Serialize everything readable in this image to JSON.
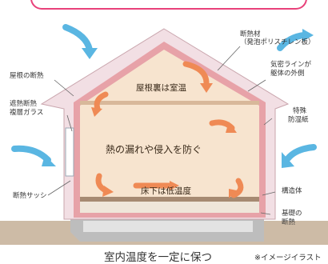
{
  "diagram": {
    "left_labels": [
      {
        "id": "roof-insulation",
        "text": "屋根の断熱"
      },
      {
        "id": "double-glass-1",
        "text": "遮熱断熱"
      },
      {
        "id": "double-glass-2",
        "text": "複層ガラス"
      },
      {
        "id": "insulated-sash",
        "text": "断熱サッシ"
      }
    ],
    "right_labels": [
      {
        "id": "insulation-1",
        "text": "断熱材"
      },
      {
        "id": "insulation-2",
        "text": "（発泡ポリスチレン板）"
      },
      {
        "id": "airtight-1",
        "text": "気密ラインが"
      },
      {
        "id": "airtight-2",
        "text": "躯体の外側"
      },
      {
        "id": "moisture-1",
        "text": "特殊"
      },
      {
        "id": "moisture-2",
        "text": "防湿紙"
      },
      {
        "id": "structure",
        "text": "構造体"
      },
      {
        "id": "foundation-1",
        "text": "基礎の"
      },
      {
        "id": "foundation-2",
        "text": "断熱"
      }
    ],
    "interior_labels": {
      "attic": "屋根裏は室温",
      "center": "熱の漏れや侵入を防ぐ",
      "underfloor": "床下は低温度"
    },
    "caption": "室内温度を一定に保つ",
    "note": "※イメージイラスト"
  },
  "colors": {
    "accent_pink": "#e8417a",
    "outer_wall": "#f2dfe4",
    "insulation": "#e7a2a8",
    "interior": "#f7e4cf",
    "warm_arrow": "#ef8a55",
    "cold_arrow": "#5ab6e2",
    "ground": "#cdbba6",
    "foundation": "#b7b7b7"
  }
}
